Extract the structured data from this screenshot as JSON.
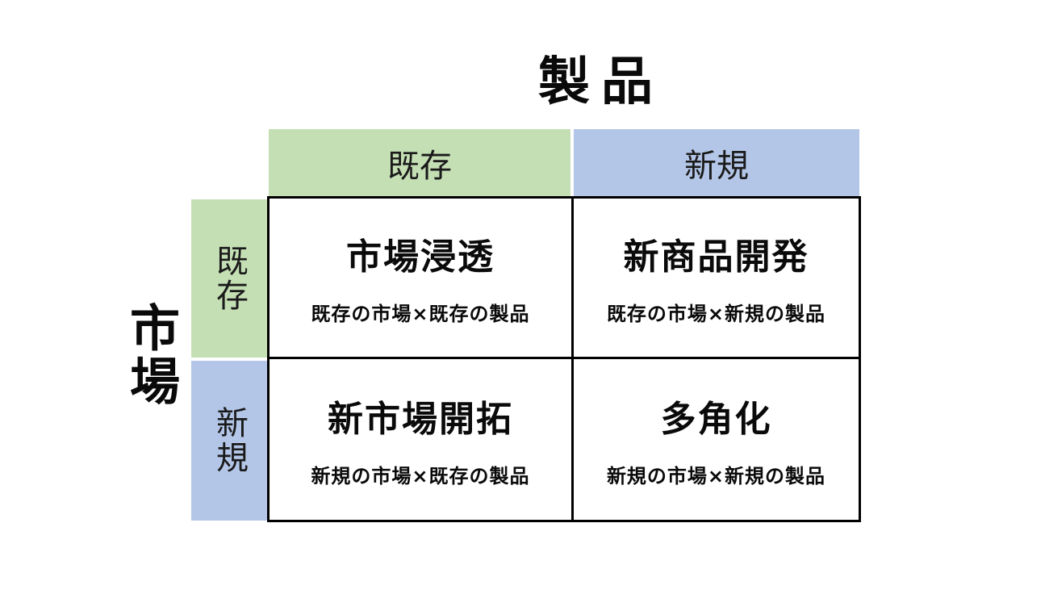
{
  "matrix": {
    "top_axis": "製品",
    "left_axis": "市場",
    "columns": [
      "既存",
      "新規"
    ],
    "rows": [
      "既存",
      "新規"
    ],
    "cells": {
      "top_left": {
        "title": "市場浸透",
        "formula": "既存の市場×既存の製品"
      },
      "top_right": {
        "title": "新商品開発",
        "formula": "既存の市場×新規の製品"
      },
      "bottom_left": {
        "title": "新市場開拓",
        "formula": "新規の市場×既存の製品"
      },
      "bottom_right": {
        "title": "多角化",
        "formula": "新規の市場×新規の製品"
      }
    },
    "colors": {
      "existing": "#c5dfb5",
      "new": "#b3c6e7",
      "border": "#000000",
      "background": "#ffffff"
    }
  }
}
